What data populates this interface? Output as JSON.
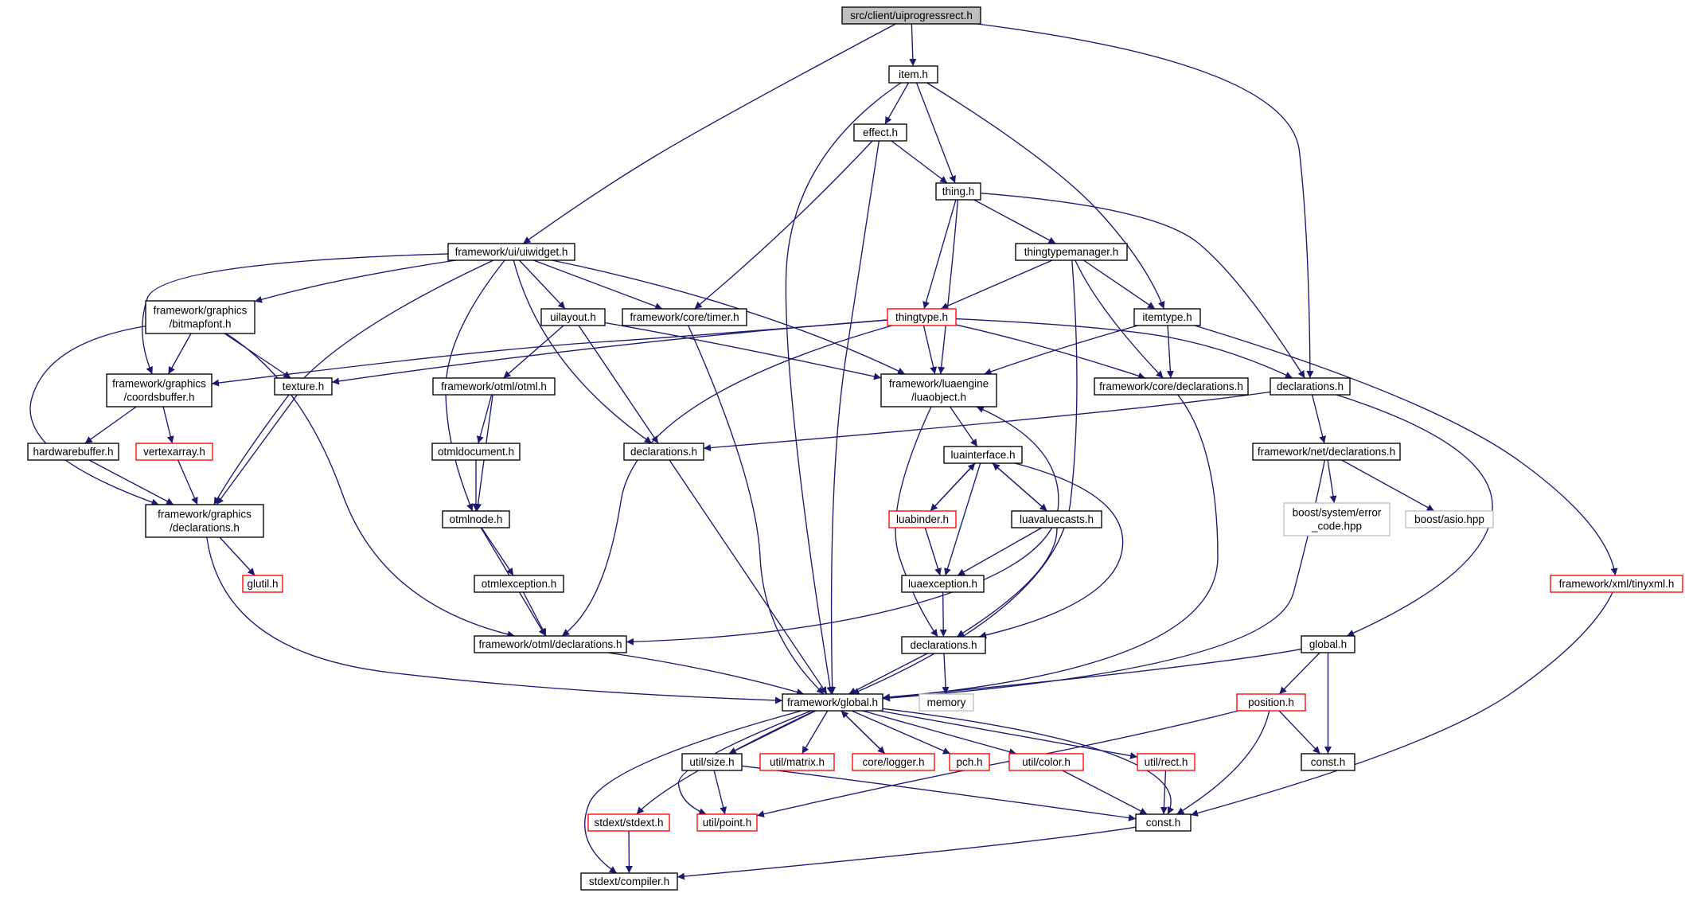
{
  "diagram": {
    "title": "",
    "nodes": [
      {
        "id": "root",
        "lines": [
          "src/client/uiprogressrect.h"
        ],
        "style": "root"
      },
      {
        "id": "item",
        "lines": [
          "item.h"
        ],
        "style": "normal"
      },
      {
        "id": "effect",
        "lines": [
          "effect.h"
        ],
        "style": "normal"
      },
      {
        "id": "thing",
        "lines": [
          "thing.h"
        ],
        "style": "normal"
      },
      {
        "id": "uiwidget",
        "lines": [
          "framework/ui/uiwidget.h"
        ],
        "style": "normal"
      },
      {
        "id": "thingtypemanager",
        "lines": [
          "thingtypemanager.h"
        ],
        "style": "normal"
      },
      {
        "id": "bitmapfont",
        "lines": [
          "framework/graphics",
          "/bitmapfont.h"
        ],
        "style": "normal"
      },
      {
        "id": "uilayout",
        "lines": [
          "uilayout.h"
        ],
        "style": "normal"
      },
      {
        "id": "coretimer",
        "lines": [
          "framework/core/timer.h"
        ],
        "style": "normal"
      },
      {
        "id": "thingtype",
        "lines": [
          "thingtype.h"
        ],
        "style": "red"
      },
      {
        "id": "itemtype",
        "lines": [
          "itemtype.h"
        ],
        "style": "normal"
      },
      {
        "id": "coordsbuffer",
        "lines": [
          "framework/graphics",
          "/coordsbuffer.h"
        ],
        "style": "normal"
      },
      {
        "id": "texture",
        "lines": [
          "texture.h"
        ],
        "style": "normal"
      },
      {
        "id": "otmlh",
        "lines": [
          "framework/otml/otml.h"
        ],
        "style": "normal"
      },
      {
        "id": "luaobject",
        "lines": [
          "framework/luaengine",
          "/luaobject.h"
        ],
        "style": "normal"
      },
      {
        "id": "coredecl",
        "lines": [
          "framework/core/declarations.h"
        ],
        "style": "normal"
      },
      {
        "id": "cdecl",
        "lines": [
          "declarations.h"
        ],
        "style": "normal"
      },
      {
        "id": "hwbuffer",
        "lines": [
          "hardwarebuffer.h"
        ],
        "style": "normal"
      },
      {
        "id": "vertexarray",
        "lines": [
          "vertexarray.h"
        ],
        "style": "red"
      },
      {
        "id": "otmldocument",
        "lines": [
          "otmldocument.h"
        ],
        "style": "normal"
      },
      {
        "id": "uidecl",
        "lines": [
          "declarations.h"
        ],
        "style": "normal"
      },
      {
        "id": "luainterface",
        "lines": [
          "luainterface.h"
        ],
        "style": "normal"
      },
      {
        "id": "netdecl",
        "lines": [
          "framework/net/declarations.h"
        ],
        "style": "normal"
      },
      {
        "id": "gfxdecl",
        "lines": [
          "framework/graphics",
          "/declarations.h"
        ],
        "style": "normal"
      },
      {
        "id": "otmlnode",
        "lines": [
          "otmlnode.h"
        ],
        "style": "normal"
      },
      {
        "id": "luabinder",
        "lines": [
          "luabinder.h"
        ],
        "style": "red"
      },
      {
        "id": "luavaluecasts",
        "lines": [
          "luavaluecasts.h"
        ],
        "style": "normal"
      },
      {
        "id": "errorcode",
        "lines": [
          "boost/system/error",
          "_code.hpp"
        ],
        "style": "gray"
      },
      {
        "id": "asio",
        "lines": [
          "boost/asio.hpp"
        ],
        "style": "gray"
      },
      {
        "id": "glutil",
        "lines": [
          "glutil.h"
        ],
        "style": "red"
      },
      {
        "id": "otmlexception",
        "lines": [
          "otmlexception.h"
        ],
        "style": "normal"
      },
      {
        "id": "luaexception",
        "lines": [
          "luaexception.h"
        ],
        "style": "normal"
      },
      {
        "id": "tinyxml",
        "lines": [
          "framework/xml/tinyxml.h"
        ],
        "style": "red"
      },
      {
        "id": "otmldecl",
        "lines": [
          "framework/otml/declarations.h"
        ],
        "style": "normal"
      },
      {
        "id": "luadecl",
        "lines": [
          "declarations.h"
        ],
        "style": "normal"
      },
      {
        "id": "globalh",
        "lines": [
          "global.h"
        ],
        "style": "normal"
      },
      {
        "id": "fwglobal",
        "lines": [
          "framework/global.h"
        ],
        "style": "normal"
      },
      {
        "id": "memory",
        "lines": [
          "memory"
        ],
        "style": "gray"
      },
      {
        "id": "position",
        "lines": [
          "position.h"
        ],
        "style": "red"
      },
      {
        "id": "utilsize",
        "lines": [
          "util/size.h"
        ],
        "style": "normal"
      },
      {
        "id": "utilmatrix",
        "lines": [
          "util/matrix.h"
        ],
        "style": "red"
      },
      {
        "id": "corelogger",
        "lines": [
          "core/logger.h"
        ],
        "style": "red"
      },
      {
        "id": "pch",
        "lines": [
          "pch.h"
        ],
        "style": "red"
      },
      {
        "id": "utilcolor",
        "lines": [
          "util/color.h"
        ],
        "style": "red"
      },
      {
        "id": "utilrect",
        "lines": [
          "util/rect.h"
        ],
        "style": "red"
      },
      {
        "id": "constc",
        "lines": [
          "const.h"
        ],
        "style": "normal"
      },
      {
        "id": "stdext",
        "lines": [
          "stdext/stdext.h"
        ],
        "style": "red"
      },
      {
        "id": "utilpoint",
        "lines": [
          "util/point.h"
        ],
        "style": "red"
      },
      {
        "id": "constf",
        "lines": [
          "const.h"
        ],
        "style": "normal"
      },
      {
        "id": "compiler",
        "lines": [
          "stdext/compiler.h"
        ],
        "style": "normal"
      }
    ],
    "edges": [
      [
        "root",
        "item"
      ],
      [
        "root",
        "uiwidget"
      ],
      [
        "root",
        "cdecl"
      ],
      [
        "item",
        "effect"
      ],
      [
        "item",
        "thing"
      ],
      [
        "item",
        "itemtype"
      ],
      [
        "item",
        "fwglobal"
      ],
      [
        "effect",
        "thing"
      ],
      [
        "effect",
        "coretimer"
      ],
      [
        "effect",
        "fwglobal"
      ],
      [
        "thing",
        "thingtypemanager"
      ],
      [
        "thing",
        "thingtype"
      ],
      [
        "thing",
        "luaobject"
      ],
      [
        "thing",
        "cdecl"
      ],
      [
        "uiwidget",
        "bitmapfont"
      ],
      [
        "uiwidget",
        "uilayout"
      ],
      [
        "uiwidget",
        "coretimer"
      ],
      [
        "uiwidget",
        "luaobject"
      ],
      [
        "uiwidget",
        "coordsbuffer"
      ],
      [
        "uiwidget",
        "gfxdecl"
      ],
      [
        "uiwidget",
        "otmlnode"
      ],
      [
        "uiwidget",
        "uidecl"
      ],
      [
        "thingtypemanager",
        "thingtype"
      ],
      [
        "thingtypemanager",
        "itemtype"
      ],
      [
        "thingtypemanager",
        "coredecl"
      ],
      [
        "thingtypemanager",
        "fwglobal"
      ],
      [
        "bitmapfont",
        "coordsbuffer"
      ],
      [
        "bitmapfont",
        "texture"
      ],
      [
        "bitmapfont",
        "gfxdecl"
      ],
      [
        "bitmapfont",
        "otmldecl"
      ],
      [
        "uilayout",
        "otmlh"
      ],
      [
        "uilayout",
        "uidecl"
      ],
      [
        "uilayout",
        "luaobject"
      ],
      [
        "coretimer",
        "fwglobal"
      ],
      [
        "thingtype",
        "coordsbuffer"
      ],
      [
        "thingtype",
        "texture"
      ],
      [
        "thingtype",
        "luaobject"
      ],
      [
        "thingtype",
        "coredecl"
      ],
      [
        "thingtype",
        "cdecl"
      ],
      [
        "thingtype",
        "otmldecl"
      ],
      [
        "itemtype",
        "luaobject"
      ],
      [
        "itemtype",
        "coredecl"
      ],
      [
        "itemtype",
        "tinyxml"
      ],
      [
        "coordsbuffer",
        "hwbuffer"
      ],
      [
        "coordsbuffer",
        "vertexarray"
      ],
      [
        "texture",
        "gfxdecl"
      ],
      [
        "otmlh",
        "otmldocument"
      ],
      [
        "otmlh",
        "otmlnode"
      ],
      [
        "luaobject",
        "luainterface"
      ],
      [
        "luaobject",
        "luadecl"
      ],
      [
        "coredecl",
        "fwglobal"
      ],
      [
        "cdecl",
        "uidecl"
      ],
      [
        "cdecl",
        "netdecl"
      ],
      [
        "cdecl",
        "globalh"
      ],
      [
        "hwbuffer",
        "gfxdecl"
      ],
      [
        "vertexarray",
        "gfxdecl"
      ],
      [
        "otmldocument",
        "otmlnode"
      ],
      [
        "uidecl",
        "fwglobal"
      ],
      [
        "luainterface",
        "luabinder"
      ],
      [
        "luainterface",
        "luavaluecasts"
      ],
      [
        "luainterface",
        "luaexception"
      ],
      [
        "luainterface",
        "luadecl"
      ],
      [
        "netdecl",
        "errorcode"
      ],
      [
        "netdecl",
        "asio"
      ],
      [
        "netdecl",
        "fwglobal"
      ],
      [
        "gfxdecl",
        "glutil"
      ],
      [
        "gfxdecl",
        "fwglobal"
      ],
      [
        "otmlnode",
        "otmlexception"
      ],
      [
        "otmlnode",
        "otmldecl"
      ],
      [
        "luabinder",
        "luainterface"
      ],
      [
        "luabinder",
        "luaexception"
      ],
      [
        "luavaluecasts",
        "luainterface"
      ],
      [
        "luavaluecasts",
        "luaobject"
      ],
      [
        "luavaluecasts",
        "luaexception"
      ],
      [
        "luavaluecasts",
        "luadecl"
      ],
      [
        "luavaluecasts",
        "otmldecl"
      ],
      [
        "otmlexception",
        "otmldecl"
      ],
      [
        "luaexception",
        "luadecl"
      ],
      [
        "tinyxml",
        "constf"
      ],
      [
        "otmldecl",
        "fwglobal"
      ],
      [
        "luadecl",
        "fwglobal"
      ],
      [
        "luadecl",
        "memory"
      ],
      [
        "globalh",
        "fwglobal"
      ],
      [
        "globalh",
        "position"
      ],
      [
        "globalh",
        "constc"
      ],
      [
        "position",
        "constc"
      ],
      [
        "position",
        "constf"
      ],
      [
        "position",
        "utilpoint"
      ],
      [
        "fwglobal",
        "utilsize"
      ],
      [
        "fwglobal",
        "utilmatrix"
      ],
      [
        "fwglobal",
        "corelogger"
      ],
      [
        "fwglobal",
        "pch"
      ],
      [
        "fwglobal",
        "utilcolor"
      ],
      [
        "fwglobal",
        "utilrect"
      ],
      [
        "fwglobal",
        "constf"
      ],
      [
        "fwglobal",
        "stdext"
      ],
      [
        "fwglobal",
        "utilpoint"
      ],
      [
        "fwglobal",
        "compiler"
      ],
      [
        "corelogger",
        "fwglobal"
      ],
      [
        "utilsize",
        "utilpoint"
      ],
      [
        "utilsize",
        "constf"
      ],
      [
        "utilcolor",
        "constf"
      ],
      [
        "utilrect",
        "constf"
      ],
      [
        "stdext",
        "compiler"
      ],
      [
        "constf",
        "compiler"
      ]
    ]
  }
}
